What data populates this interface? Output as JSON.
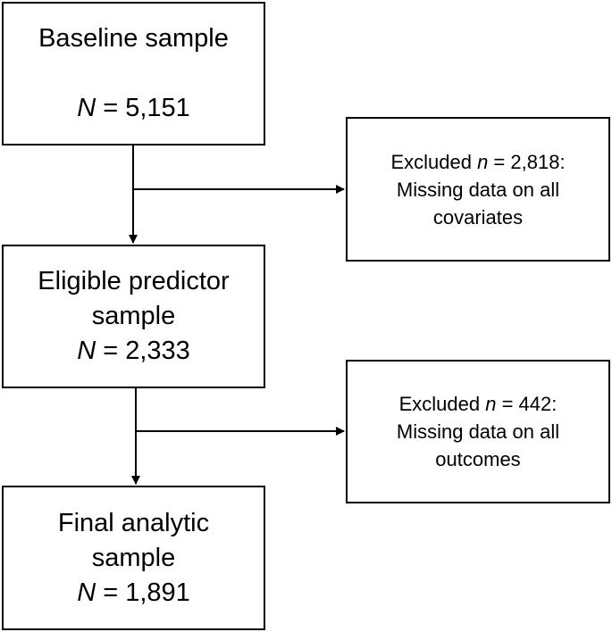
{
  "boxes": {
    "baseline": {
      "label": "Baseline sample",
      "n_symbol": "N",
      "n_text": " = 5,151"
    },
    "eligible": {
      "label_line1": "Eligible predictor",
      "label_line2": "sample",
      "n_symbol": "N",
      "n_text": " = 2,333"
    },
    "final": {
      "label_line1": "Final analytic",
      "label_line2": "sample",
      "n_symbol": "N",
      "n_text": " = 1,891"
    }
  },
  "exclusions": {
    "first": {
      "prefix": "Excluded ",
      "n_symbol": "n",
      "n_text": " = 2,818:",
      "line2": "Missing data on all",
      "line3": "covariates"
    },
    "second": {
      "prefix": "Excluded ",
      "n_symbol": "n",
      "n_text": " = 442:",
      "line2": "Missing data on all",
      "line3": "outcomes"
    }
  }
}
